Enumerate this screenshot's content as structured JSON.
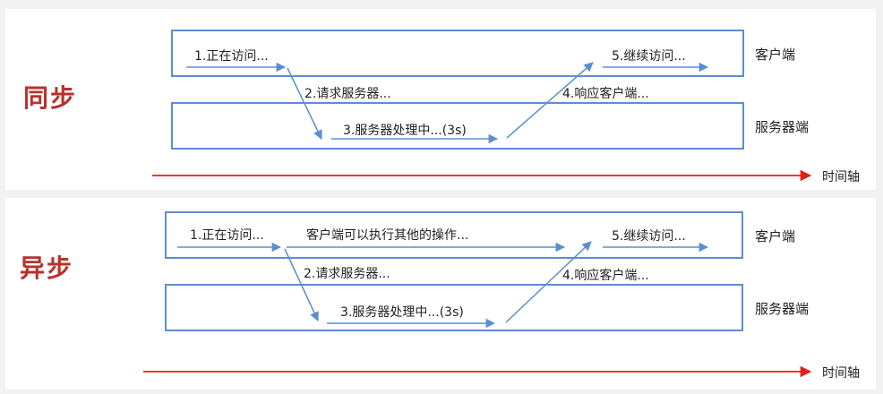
{
  "sections": [
    {
      "id": "sync",
      "title": "同步",
      "lanes": {
        "client": "客户端",
        "server": "服务器端"
      },
      "steps": [
        "1.正在访问...",
        "2.请求服务器...",
        "3.服务器处理中...(3s)",
        "4.响应客户端...",
        "5.继续访问..."
      ],
      "axis_label": "时间轴"
    },
    {
      "id": "async",
      "title": "异步",
      "lanes": {
        "client": "客户端",
        "server": "服务器端"
      },
      "steps": [
        "1.正在访问...",
        "2.请求服务器...",
        "3.服务器处理中...(3s)",
        "4.响应客户端...",
        "5.继续访问..."
      ],
      "extra_step": "客户端可以执行其他的操作...",
      "axis_label": "时间轴"
    }
  ],
  "colors": {
    "lane_border": "#5b8ed1",
    "arrow": "#5b8ed1",
    "timeline": "#e0201b",
    "title": "#b8322c"
  }
}
